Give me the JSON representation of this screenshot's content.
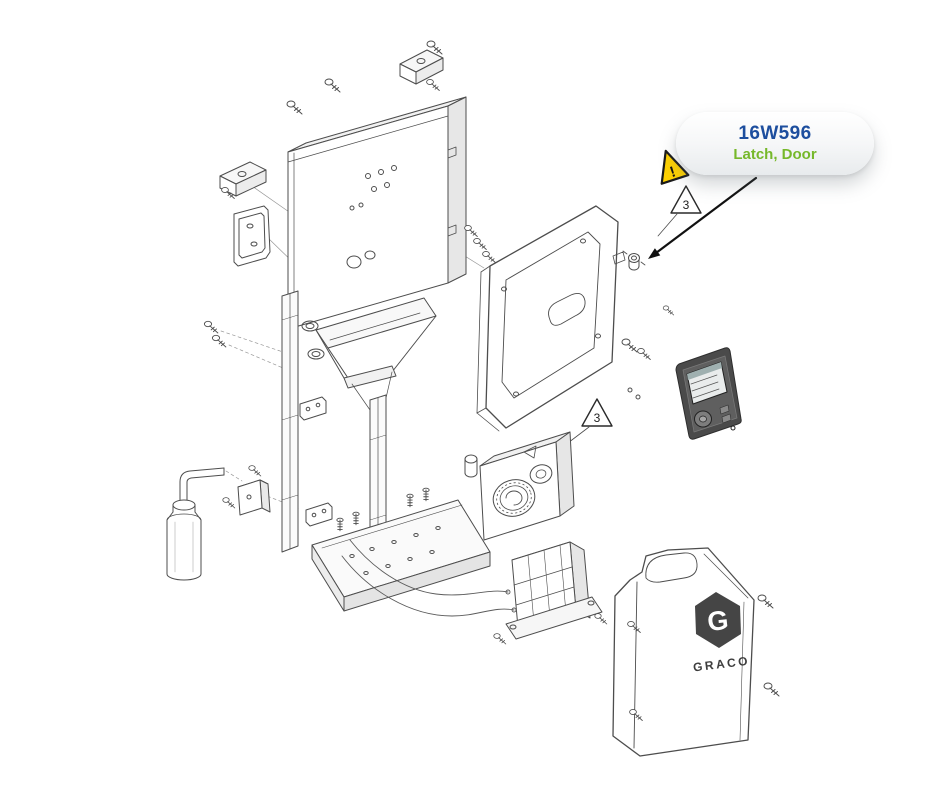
{
  "page": {
    "background_color": "#ffffff"
  },
  "callout": {
    "part_number": "16W596",
    "part_name": "Latch, Door",
    "part_number_color": "#1d4e9e",
    "part_name_color": "#76b82a"
  },
  "notes": {
    "reference_1": "3",
    "reference_2": "3"
  },
  "warning": {
    "symbol": "!",
    "fill_color": "#ffd200"
  },
  "cover": {
    "brand": "GRACO",
    "logo_letter": "G"
  }
}
